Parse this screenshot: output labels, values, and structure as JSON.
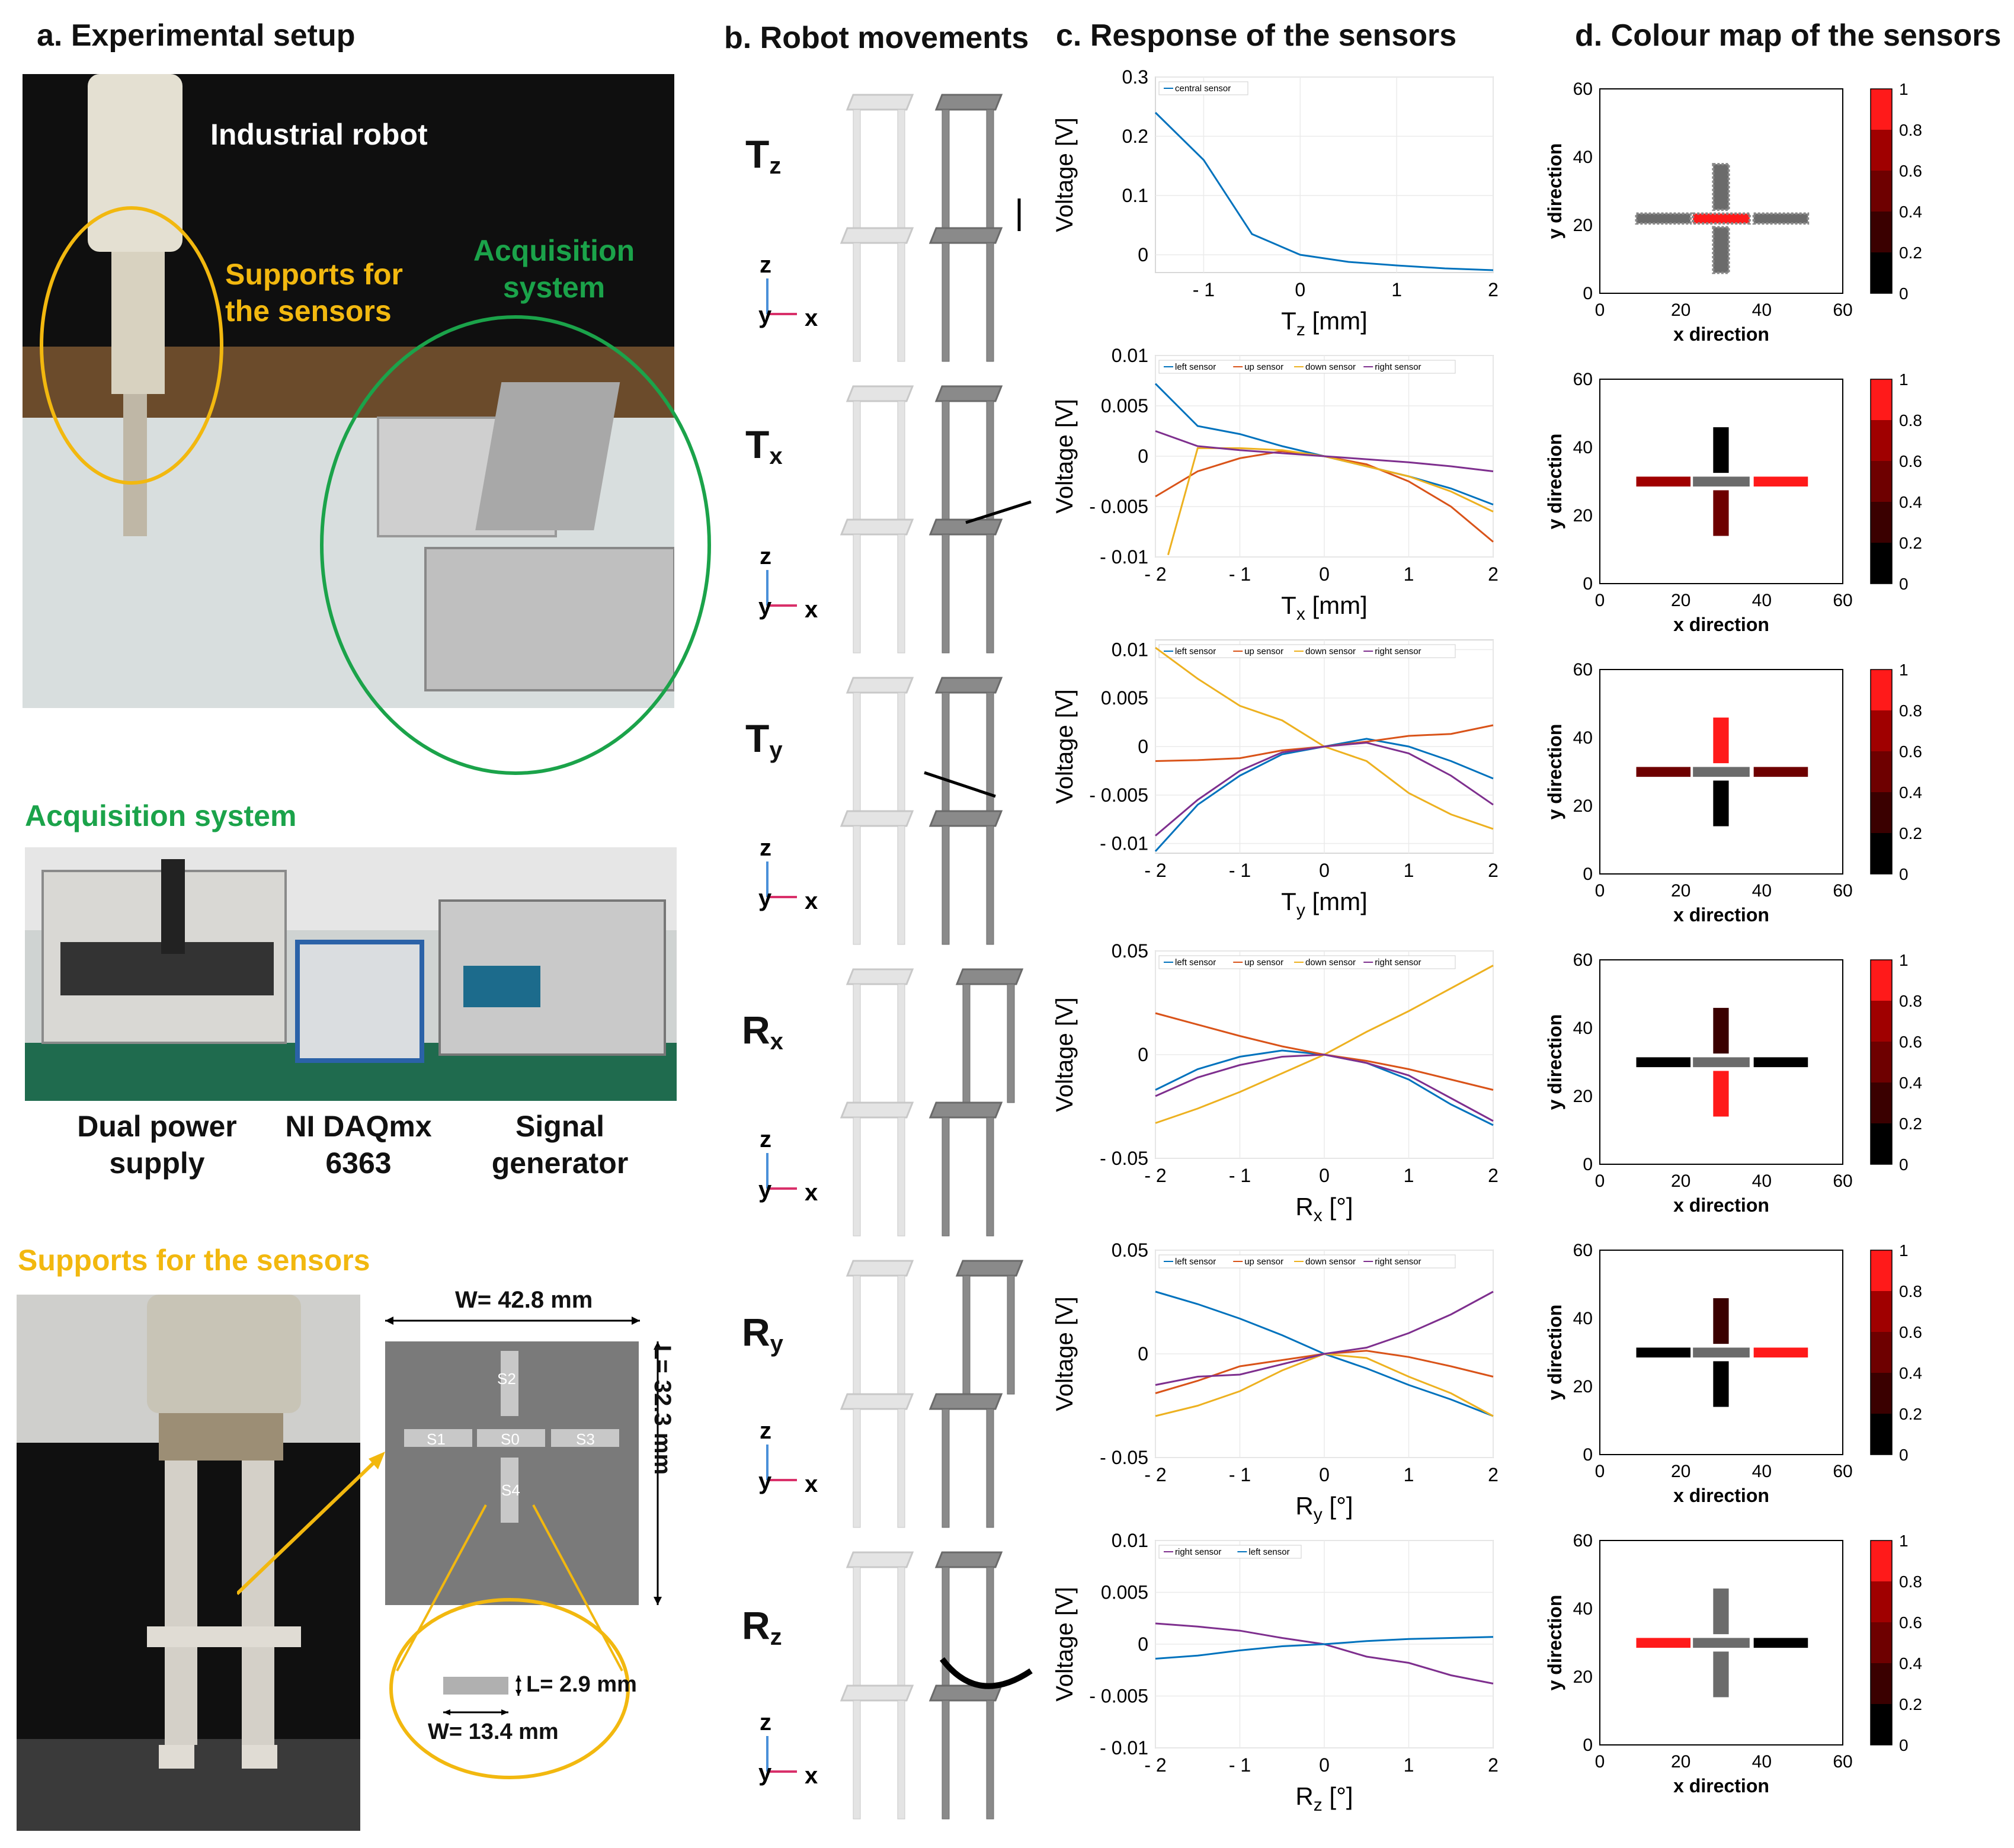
{
  "panels": {
    "a": {
      "title": "a. Experimental setup",
      "labels": {
        "robot": "Industrial robot",
        "supports": "Supports for the sensors",
        "acquisition": "Acquisition system"
      },
      "acquisition_section": {
        "title": "Acquisition system",
        "devices": [
          "Dual power supply",
          "NI DAQmx 6363",
          "Signal generator"
        ]
      },
      "supports_section": {
        "title": "Supports for the sensors",
        "board_width": "W= 42.8 mm",
        "board_length": "L= 32.3 mm",
        "sensors": [
          "S0",
          "S1",
          "S2",
          "S3",
          "S4"
        ],
        "sensor_length": "L= 2.9 mm",
        "sensor_width": "W= 13.4 mm"
      }
    },
    "b": {
      "title": "b. Robot movements",
      "axis_labels": {
        "z": "z",
        "y": "y",
        "x": "x"
      },
      "movements": [
        {
          "main": "T",
          "sub": "z"
        },
        {
          "main": "T",
          "sub": "x"
        },
        {
          "main": "T",
          "sub": "y"
        },
        {
          "main": "R",
          "sub": "x"
        },
        {
          "main": "R",
          "sub": "y"
        },
        {
          "main": "R",
          "sub": "z"
        }
      ]
    },
    "c": {
      "title": "c. Response of the sensors"
    },
    "d": {
      "title": "d. Colour map of the sensors"
    }
  },
  "colors": {
    "left": "#0072BD",
    "up": "#D95319",
    "down": "#EDB120",
    "right": "#7E2F8E",
    "robot_ellipse": "#F2B80F",
    "acq_ellipse": "#1BA34A"
  },
  "chart_data": [
    {
      "type": "line",
      "title": "",
      "xlabel": "T_z [mm]",
      "ylabel": "Voltage [V]",
      "xlim": [
        -1.5,
        2
      ],
      "ylim": [
        -0.03,
        0.3
      ],
      "xticks": [
        -1,
        0,
        1,
        2
      ],
      "yticks": [
        0,
        0.1,
        0.2,
        0.3
      ],
      "xtick_labels": [
        "- 1",
        "0",
        "1",
        "2"
      ],
      "ytick_labels": [
        "0",
        "0.1",
        "0.2",
        "0.3"
      ],
      "series": [
        {
          "name": "central sensor",
          "x": [
            -1.5,
            -1,
            -0.5,
            0,
            0.5,
            1,
            1.5,
            2
          ],
          "y": [
            0.24,
            0.16,
            0.035,
            0.0,
            -0.012,
            -0.018,
            -0.023,
            -0.026
          ]
        }
      ]
    },
    {
      "type": "line",
      "title": "",
      "xlabel": "T_x [mm]",
      "ylabel": "Voltage [V]",
      "xlim": [
        -2,
        2
      ],
      "ylim": [
        -0.01,
        0.01
      ],
      "xticks": [
        -2,
        -1,
        0,
        1,
        2
      ],
      "yticks": [
        -0.01,
        -0.005,
        0,
        0.005,
        0.01
      ],
      "xtick_labels": [
        "- 2",
        "- 1",
        "0",
        "1",
        "2"
      ],
      "ytick_labels": [
        "- 0.01",
        "- 0.005",
        "0",
        "0.005",
        "0.01"
      ],
      "series": [
        {
          "name": "left sensor",
          "x": [
            -2,
            -1.5,
            -1,
            -0.5,
            0,
            0.5,
            1,
            1.5,
            2
          ],
          "y": [
            0.0072,
            0.003,
            0.0022,
            0.001,
            0,
            -0.001,
            -0.002,
            -0.0032,
            -0.0048
          ]
        },
        {
          "name": "up sensor",
          "x": [
            -2,
            -1.5,
            -1,
            -0.5,
            0,
            0.5,
            1,
            1.5,
            2
          ],
          "y": [
            -0.004,
            -0.0015,
            -0.0002,
            0.0005,
            0,
            -0.0008,
            -0.0025,
            -0.005,
            -0.0085
          ]
        },
        {
          "name": "down sensor",
          "x": [
            -1.85,
            -1.5,
            -1,
            -0.5,
            0,
            0.5,
            1,
            1.5,
            2
          ],
          "y": [
            -0.0098,
            0.0008,
            0.0008,
            0.0006,
            0,
            -0.001,
            -0.002,
            -0.0035,
            -0.0055
          ]
        },
        {
          "name": "right sensor",
          "x": [
            -2,
            -1.5,
            -1,
            -0.5,
            0,
            0.5,
            1,
            1.5,
            2
          ],
          "y": [
            0.0025,
            0.001,
            0.0006,
            0.0003,
            0,
            -0.0003,
            -0.0006,
            -0.001,
            -0.0015
          ]
        }
      ]
    },
    {
      "type": "line",
      "title": "",
      "xlabel": "T_y [mm]",
      "ylabel": "Voltage [V]",
      "xlim": [
        -2,
        2
      ],
      "ylim": [
        -0.011,
        0.011
      ],
      "xticks": [
        -2,
        -1,
        0,
        1,
        2
      ],
      "yticks": [
        -0.01,
        -0.005,
        0,
        0.005,
        0.01
      ],
      "xtick_labels": [
        "- 2",
        "- 1",
        "0",
        "1",
        "2"
      ],
      "ytick_labels": [
        "- 0.01",
        "- 0.005",
        "0",
        "0.005",
        "0.01"
      ],
      "series": [
        {
          "name": "left sensor",
          "x": [
            -2,
            -1.5,
            -1,
            -0.5,
            0,
            0.5,
            1,
            1.5,
            2
          ],
          "y": [
            -0.0108,
            -0.006,
            -0.003,
            -0.0008,
            0,
            0.0008,
            0,
            -0.0015,
            -0.0033
          ]
        },
        {
          "name": "up sensor",
          "x": [
            -2,
            -1.5,
            -1,
            -0.5,
            0,
            0.5,
            1,
            1.5,
            2
          ],
          "y": [
            -0.0015,
            -0.0014,
            -0.0012,
            -0.0004,
            0,
            0.0005,
            0.0011,
            0.0013,
            0.0022
          ]
        },
        {
          "name": "down sensor",
          "x": [
            -2,
            -1.5,
            -1,
            -0.5,
            0,
            0.5,
            1,
            1.5,
            2
          ],
          "y": [
            0.0102,
            0.007,
            0.0042,
            0.0027,
            0,
            -0.0015,
            -0.0048,
            -0.007,
            -0.0085
          ]
        },
        {
          "name": "right sensor",
          "x": [
            -2,
            -1.5,
            -1,
            -0.5,
            0,
            0.5,
            1,
            1.5,
            2
          ],
          "y": [
            -0.0092,
            -0.0055,
            -0.0025,
            -0.0006,
            0,
            0.0004,
            -0.0007,
            -0.003,
            -0.006
          ]
        }
      ]
    },
    {
      "type": "line",
      "title": "",
      "xlabel": "R_x [°]",
      "ylabel": "Voltage [V]",
      "xlim": [
        -2,
        2
      ],
      "ylim": [
        -0.05,
        0.05
      ],
      "xticks": [
        -2,
        -1,
        0,
        1,
        2
      ],
      "yticks": [
        -0.05,
        0,
        0.05
      ],
      "xtick_labels": [
        "- 2",
        "- 1",
        "0",
        "1",
        "2"
      ],
      "ytick_labels": [
        "- 0.05",
        "0",
        "0.05"
      ],
      "series": [
        {
          "name": "left sensor",
          "x": [
            -2,
            -1.5,
            -1,
            -0.5,
            0,
            0.5,
            1,
            1.5,
            2
          ],
          "y": [
            -0.017,
            -0.007,
            -0.001,
            0.002,
            0,
            -0.004,
            -0.012,
            -0.024,
            -0.034
          ]
        },
        {
          "name": "up sensor",
          "x": [
            -2,
            -1.5,
            -1,
            -0.5,
            0,
            0.5,
            1,
            1.5,
            2
          ],
          "y": [
            0.02,
            0.0145,
            0.009,
            0.004,
            0,
            -0.003,
            -0.007,
            -0.012,
            -0.017
          ]
        },
        {
          "name": "down sensor",
          "x": [
            -2,
            -1.5,
            -1,
            -0.5,
            0,
            0.5,
            1,
            1.5,
            2
          ],
          "y": [
            -0.033,
            -0.026,
            -0.018,
            -0.009,
            0,
            0.011,
            0.021,
            0.032,
            0.043
          ]
        },
        {
          "name": "right sensor",
          "x": [
            -2,
            -1.5,
            -1,
            -0.5,
            0,
            0.5,
            1,
            1.5,
            2
          ],
          "y": [
            -0.02,
            -0.011,
            -0.005,
            -0.001,
            0,
            -0.004,
            -0.01,
            -0.021,
            -0.032
          ]
        }
      ]
    },
    {
      "type": "line",
      "title": "",
      "xlabel": "R_y [°]",
      "ylabel": "Voltage [V]",
      "xlim": [
        -2,
        2
      ],
      "ylim": [
        -0.05,
        0.05
      ],
      "xticks": [
        -2,
        -1,
        0,
        1,
        2
      ],
      "yticks": [
        -0.05,
        0,
        0.05
      ],
      "xtick_labels": [
        "- 2",
        "- 1",
        "0",
        "1",
        "2"
      ],
      "ytick_labels": [
        "- 0.05",
        "0",
        "0.05"
      ],
      "series": [
        {
          "name": "left sensor",
          "x": [
            -2,
            -1.5,
            -1,
            -0.5,
            0,
            0.5,
            1,
            1.5,
            2
          ],
          "y": [
            0.03,
            0.024,
            0.017,
            0.009,
            0,
            -0.007,
            -0.015,
            -0.022,
            -0.03
          ]
        },
        {
          "name": "up sensor",
          "x": [
            -2,
            -1.5,
            -1,
            -0.5,
            0,
            0.5,
            1,
            1.5,
            2
          ],
          "y": [
            -0.019,
            -0.013,
            -0.006,
            -0.003,
            0,
            0.0015,
            -0.0015,
            -0.006,
            -0.011
          ]
        },
        {
          "name": "down sensor",
          "x": [
            -2,
            -1.5,
            -1,
            -0.5,
            0,
            0.5,
            1,
            1.5,
            2
          ],
          "y": [
            -0.03,
            -0.025,
            -0.018,
            -0.008,
            0,
            -0.002,
            -0.011,
            -0.019,
            -0.03
          ]
        },
        {
          "name": "right sensor",
          "x": [
            -2,
            -1.5,
            -1,
            -0.5,
            0,
            0.5,
            1,
            1.5,
            2
          ],
          "y": [
            -0.015,
            -0.011,
            -0.01,
            -0.005,
            0,
            0.003,
            0.01,
            0.019,
            0.03
          ]
        }
      ]
    },
    {
      "type": "line",
      "title": "",
      "xlabel": "R_z [°]",
      "ylabel": "Voltage [V]",
      "xlim": [
        -2,
        2
      ],
      "ylim": [
        -0.01,
        0.01
      ],
      "xticks": [
        -2,
        -1,
        0,
        1,
        2
      ],
      "yticks": [
        -0.01,
        -0.005,
        0,
        0.005,
        0.01
      ],
      "xtick_labels": [
        "- 2",
        "- 1",
        "0",
        "1",
        "2"
      ],
      "ytick_labels": [
        "- 0.01",
        "- 0.005",
        "0",
        "0.005",
        "0.01"
      ],
      "series": [
        {
          "name": "right sensor",
          "x": [
            -2,
            -1.5,
            -1,
            -0.5,
            0,
            0.5,
            1,
            1.5,
            2
          ],
          "y": [
            0.002,
            0.0017,
            0.0013,
            0.0006,
            0,
            -0.0012,
            -0.0018,
            -0.003,
            -0.0038
          ]
        },
        {
          "name": "left sensor",
          "x": [
            -2,
            -1.5,
            -1,
            -0.5,
            0,
            0.5,
            1,
            1.5,
            2
          ],
          "y": [
            -0.0014,
            -0.0011,
            -0.0006,
            -0.0002,
            0,
            0.0003,
            0.0005,
            0.0006,
            0.0007
          ]
        }
      ]
    },
    {
      "type": "heatmap",
      "xlabel": "x direction",
      "ylabel": "y direction",
      "xlim": [
        0,
        60
      ],
      "ylim": [
        0,
        60
      ],
      "xticks": [
        0,
        20,
        40,
        60
      ],
      "yticks": [
        0,
        20,
        40,
        60
      ],
      "colorbar_ticks": [
        0,
        0.2,
        0.4,
        0.6,
        0.8,
        1
      ],
      "center": [
        30,
        22
      ],
      "dotted": true,
      "sensors": {
        "center": 1.0,
        "left": null,
        "right": null,
        "up": null,
        "down": null
      }
    },
    {
      "type": "heatmap",
      "xlabel": "x direction",
      "ylabel": "y direction",
      "xlim": [
        0,
        60
      ],
      "ylim": [
        0,
        60
      ],
      "xticks": [
        0,
        20,
        40,
        60
      ],
      "yticks": [
        0,
        20,
        40,
        60
      ],
      "colorbar_ticks": [
        0,
        0.2,
        0.4,
        0.6,
        0.8,
        1
      ],
      "center": [
        30,
        30
      ],
      "dotted": false,
      "sensors": {
        "center": null,
        "left": 0.6,
        "right": 1.0,
        "up": 0.1,
        "down": 0.4
      }
    },
    {
      "type": "heatmap",
      "xlabel": "x direction",
      "ylabel": "y direction",
      "xlim": [
        0,
        60
      ],
      "ylim": [
        0,
        60
      ],
      "xticks": [
        0,
        20,
        40,
        60
      ],
      "yticks": [
        0,
        20,
        40,
        60
      ],
      "colorbar_ticks": [
        0,
        0.2,
        0.4,
        0.6,
        0.8,
        1
      ],
      "center": [
        30,
        30
      ],
      "dotted": false,
      "sensors": {
        "center": null,
        "left": 0.5,
        "right": 0.4,
        "up": 1.0,
        "down": 0.1
      }
    },
    {
      "type": "heatmap",
      "xlabel": "x direction",
      "ylabel": "y direction",
      "xlim": [
        0,
        60
      ],
      "ylim": [
        0,
        60
      ],
      "xticks": [
        0,
        20,
        40,
        60
      ],
      "yticks": [
        0,
        20,
        40,
        60
      ],
      "colorbar_ticks": [
        0,
        0.2,
        0.4,
        0.6,
        0.8,
        1
      ],
      "center": [
        30,
        30
      ],
      "dotted": false,
      "sensors": {
        "center": null,
        "left": 0.0,
        "right": 0.0,
        "up": 0.3,
        "down": 1.0
      }
    },
    {
      "type": "heatmap",
      "xlabel": "x direction",
      "ylabel": "y direction",
      "xlim": [
        0,
        60
      ],
      "ylim": [
        0,
        60
      ],
      "xticks": [
        0,
        20,
        40,
        60
      ],
      "yticks": [
        0,
        20,
        40,
        60
      ],
      "colorbar_ticks": [
        0,
        0.2,
        0.4,
        0.6,
        0.8,
        1
      ],
      "center": [
        30,
        30
      ],
      "dotted": false,
      "sensors": {
        "center": null,
        "left": 0.0,
        "right": 1.0,
        "up": 0.3,
        "down": 0.1
      }
    },
    {
      "type": "heatmap",
      "xlabel": "x direction",
      "ylabel": "y direction",
      "xlim": [
        0,
        60
      ],
      "ylim": [
        0,
        60
      ],
      "xticks": [
        0,
        20,
        40,
        60
      ],
      "yticks": [
        0,
        20,
        40,
        60
      ],
      "colorbar_ticks": [
        0,
        0.2,
        0.4,
        0.6,
        0.8,
        1
      ],
      "center": [
        30,
        30
      ],
      "dotted": false,
      "sensors": {
        "center": null,
        "left": 1.0,
        "right": 0.0,
        "up": null,
        "down": null
      }
    }
  ]
}
